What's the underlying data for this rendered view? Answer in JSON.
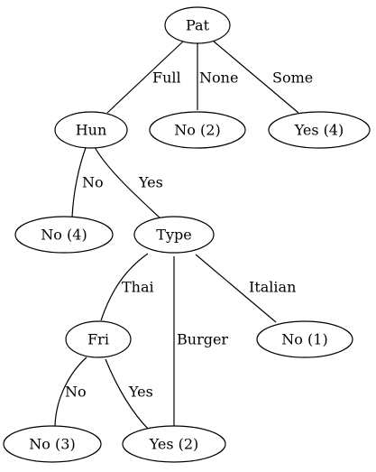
{
  "nodes": {
    "pat": "Pat",
    "hun": "Hun",
    "no2": "No (2)",
    "yes4": "Yes (4)",
    "no4": "No (4)",
    "type": "Type",
    "fri": "Fri",
    "no1": "No (1)",
    "no3": "No (3)",
    "yes2": "Yes (2)"
  },
  "edges": {
    "pat_hun": "Full",
    "pat_no2": "None",
    "pat_yes4": "Some",
    "hun_no4": "No",
    "hun_type": "Yes",
    "type_fri": "Thai",
    "type_yes2": "Burger",
    "type_no1": "Italian",
    "fri_no3": "No",
    "fri_yes2": "Yes"
  }
}
